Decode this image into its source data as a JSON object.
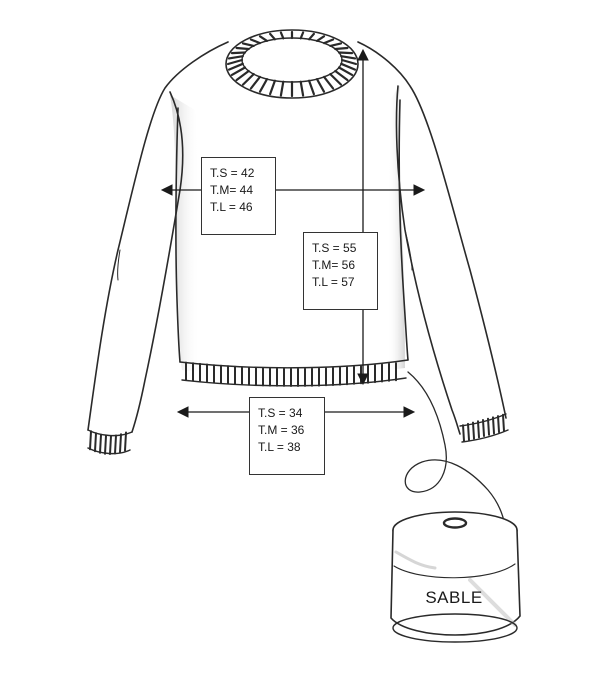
{
  "chest": {
    "s": "T.S = 42",
    "m": "T.M= 44",
    "l": "T.L = 46"
  },
  "length": {
    "s": "T.S = 55",
    "m": "T.M= 56",
    "l": "T.L = 57"
  },
  "hem": {
    "s": "T.S = 34",
    "m": "T.M = 36",
    "l": "T.L = 38"
  },
  "spool": {
    "label": "SABLE"
  },
  "colors": {
    "ink": "#2a2a2a",
    "shade": "#d9d9d9"
  }
}
